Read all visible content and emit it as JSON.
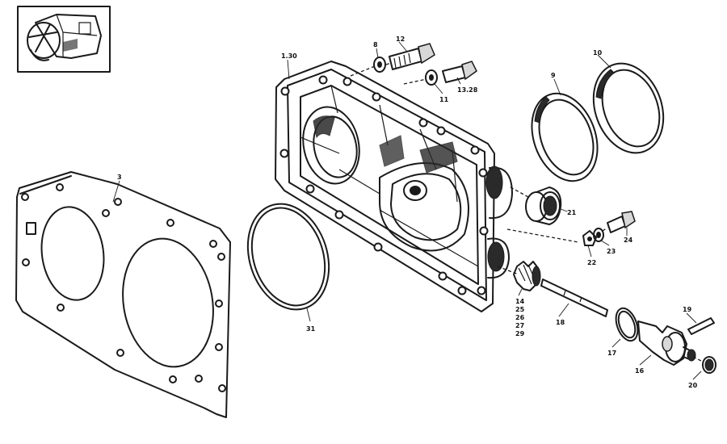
{
  "diagram": {
    "parts": [
      {
        "id": "p3",
        "label": "3"
      },
      {
        "id": "p9",
        "label": "9"
      },
      {
        "id": "p10",
        "label": "10"
      },
      {
        "id": "p11",
        "label": "11"
      },
      {
        "id": "p12",
        "label": "12"
      },
      {
        "id": "p13",
        "label": "13.28"
      },
      {
        "id": "p130",
        "label": "1.30"
      },
      {
        "id": "p8",
        "label": "8"
      },
      {
        "id": "p31",
        "label": "31"
      },
      {
        "id": "p21",
        "label": "21"
      },
      {
        "id": "p22",
        "label": "22"
      },
      {
        "id": "p23",
        "label": "23"
      },
      {
        "id": "p24",
        "label": "24"
      },
      {
        "id": "p14",
        "label": "14"
      },
      {
        "id": "p25",
        "label": "25"
      },
      {
        "id": "p26",
        "label": "26"
      },
      {
        "id": "p27",
        "label": "27"
      },
      {
        "id": "p29",
        "label": "29"
      },
      {
        "id": "p18",
        "label": "18"
      },
      {
        "id": "p17",
        "label": "17"
      },
      {
        "id": "p16",
        "label": "16"
      },
      {
        "id": "p19",
        "label": "19"
      },
      {
        "id": "p20",
        "label": "20"
      }
    ]
  }
}
